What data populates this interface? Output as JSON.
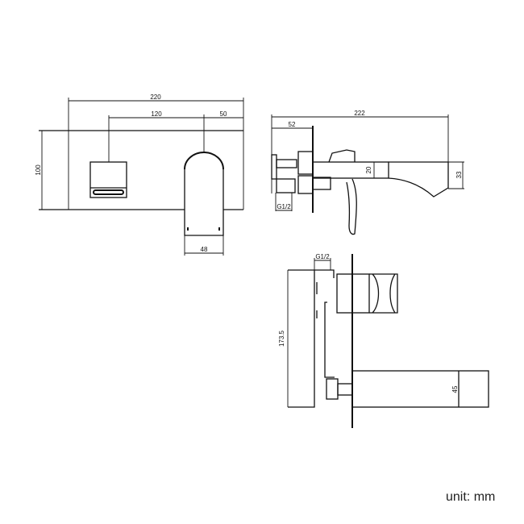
{
  "front_view": {
    "overall_width": "220",
    "handle_to_spout": "120",
    "spout_offset": "50",
    "plate_height": "100",
    "spout_width": "48"
  },
  "side_view": {
    "overall_projection": "222",
    "body_depth": "52",
    "spout_thickness": "20",
    "spout_tip_height": "33",
    "inlet_thread": "G1/2"
  },
  "top_view": {
    "inlet_thread": "G1/2",
    "body_length": "173.5",
    "spout_height": "45"
  },
  "unit_label": "unit: mm"
}
